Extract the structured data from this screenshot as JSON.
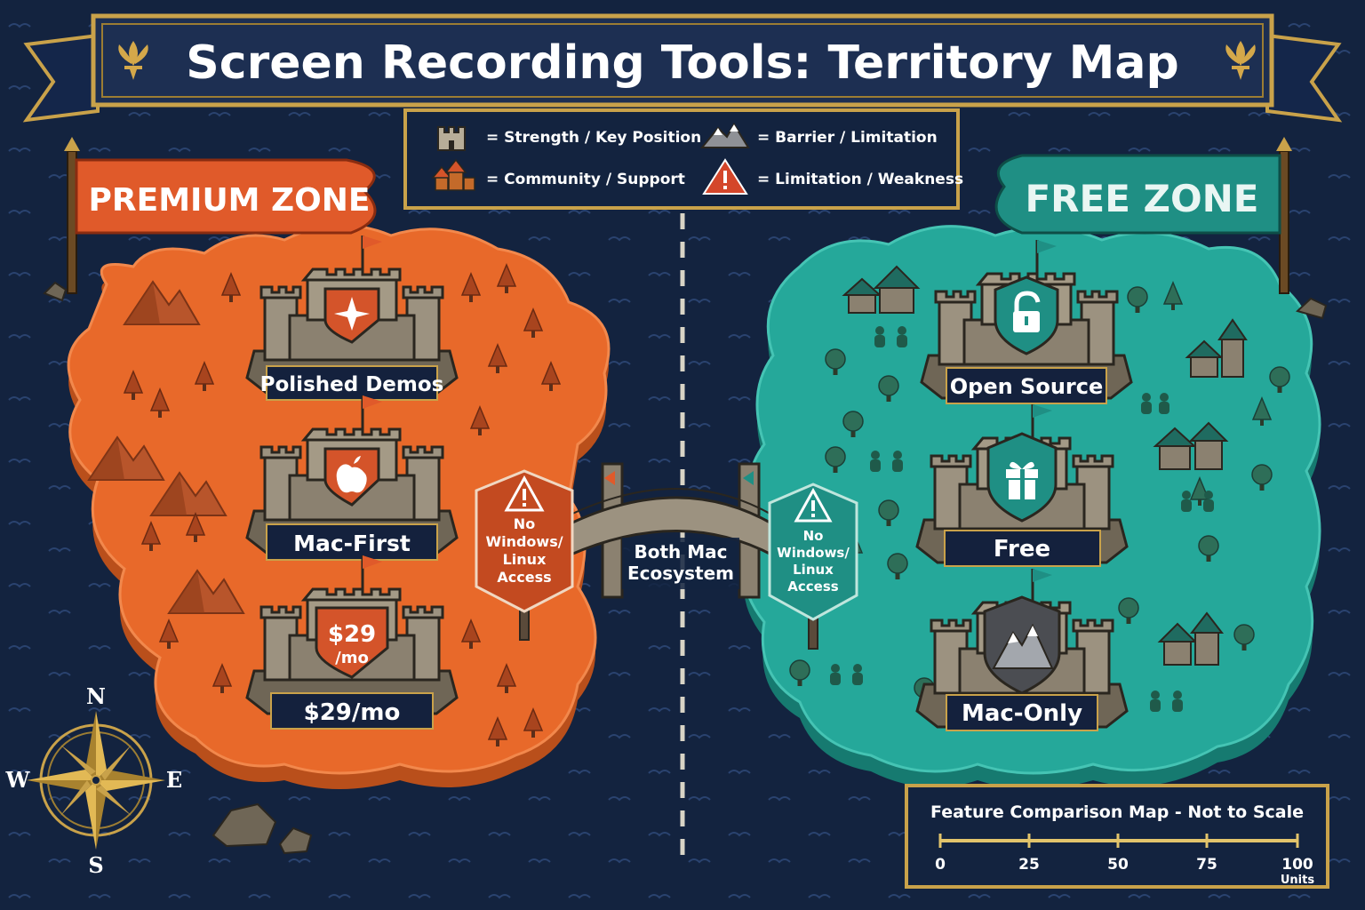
{
  "title": "Screen Recording Tools: Territory Map",
  "legend": {
    "strength": "= Strength / Key Position",
    "barrier": "= Barrier / Limitation",
    "community": "= Community / Support",
    "weakness": "= Limitation / Weakness"
  },
  "zones": {
    "premium": {
      "label": "PREMIUM ZONE",
      "color": "#e8692a",
      "castles": [
        {
          "name": "Polished Demos",
          "icon": "sparkle-icon"
        },
        {
          "name": "Mac-First",
          "icon": "apple-icon"
        },
        {
          "name": "$29/mo",
          "icon": "price-shield",
          "shield_text_1": "$29",
          "shield_text_2": "/mo"
        }
      ],
      "warning_sign": [
        "No",
        "Windows/",
        "Linux",
        "Access"
      ]
    },
    "free": {
      "label": "FREE ZONE",
      "color": "#25a89a",
      "castles": [
        {
          "name": "Open Source",
          "icon": "unlock-icon"
        },
        {
          "name": "Free",
          "icon": "gift-icon"
        },
        {
          "name": "Mac-Only",
          "icon": "mountain-icon"
        }
      ],
      "warning_sign": [
        "No",
        "Windows/",
        "Linux",
        "Access"
      ]
    }
  },
  "bridge": {
    "label_line1": "Both Mac",
    "label_line2": "Ecosystem"
  },
  "compass": {
    "n": "N",
    "s": "S",
    "e": "E",
    "w": "W"
  },
  "scale": {
    "title": "Feature Comparison Map - Not to Scale",
    "ticks": [
      "0",
      "25",
      "50",
      "75",
      "100"
    ],
    "unit": "Units"
  },
  "colors": {
    "sea": "#13233f",
    "gold": "#c9a24a",
    "banner": "#1d2f52",
    "premium": "#e8692a",
    "free": "#25a89a",
    "stone": "#8b8170"
  }
}
